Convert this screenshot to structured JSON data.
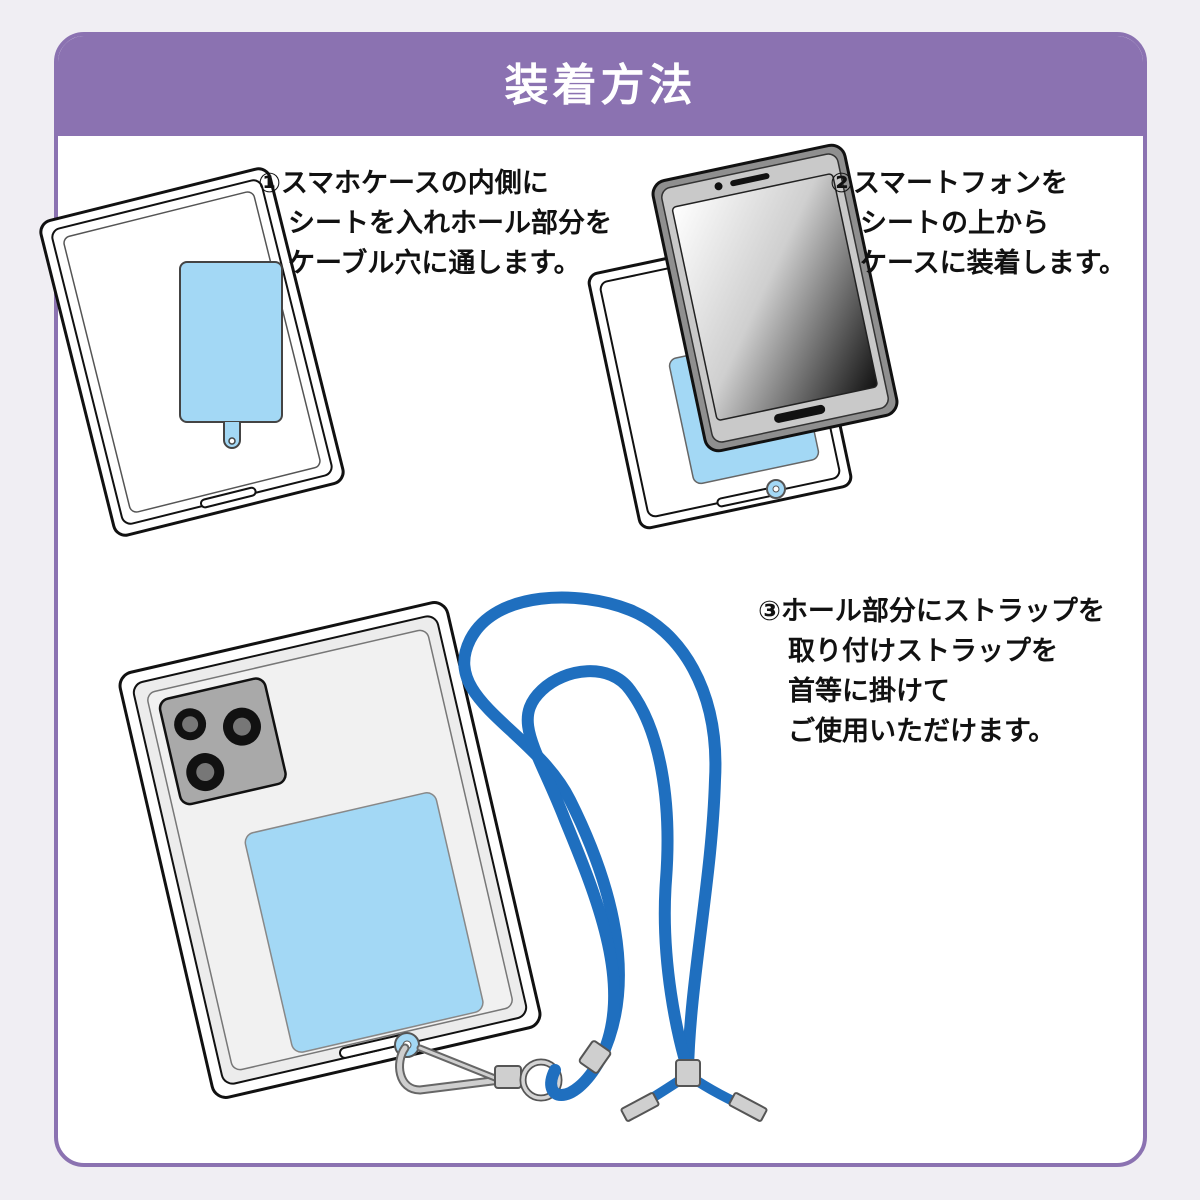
{
  "header": {
    "title": "装着方法"
  },
  "steps": [
    {
      "lines": [
        "①スマホケースの内側に",
        "シートを入れホール部分を",
        "ケーブル穴に通します。"
      ]
    },
    {
      "lines": [
        "②スマートフォンを",
        "シートの上から",
        "ケースに装着します。"
      ]
    },
    {
      "lines": [
        "③ホール部分にストラップを",
        "取り付けストラップを",
        "首等に掛けて",
        "ご使用いただけます。"
      ]
    }
  ],
  "colors": {
    "frame": "#8b72b1",
    "sheet": "#a3d8f5",
    "strap": "#1f6fbf",
    "metal": "#b7b7b7"
  }
}
